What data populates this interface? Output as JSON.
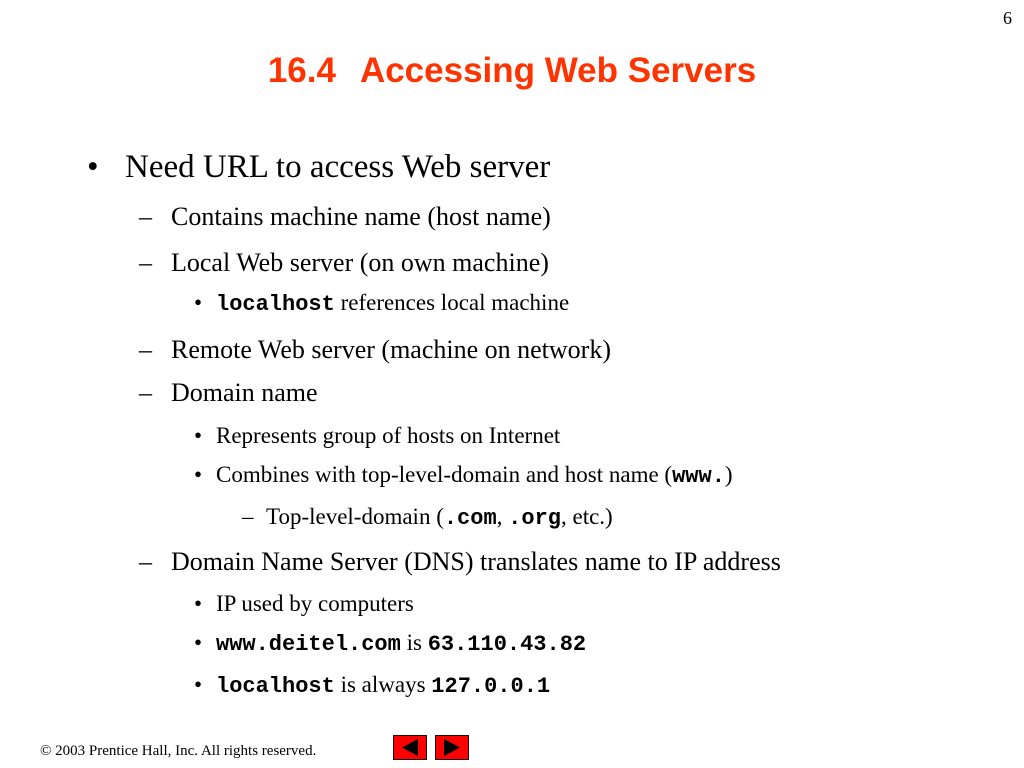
{
  "page_number": "6",
  "title": {
    "number": "16.4",
    "text": "Accessing Web Servers",
    "color": "#ff3300"
  },
  "bullets": {
    "b1": "Need URL to access Web server",
    "b1_1": "Contains machine name (host name)",
    "b1_2": "Local Web server (on own machine)",
    "b1_2_1_code": "localhost",
    "b1_2_1_text": " references local machine",
    "b1_3": "Remote Web server (machine on network)",
    "b1_4": "Domain name",
    "b1_4_1": "Represents group of hosts on Internet",
    "b1_4_2_text": "Combines with top-level-domain and host name (",
    "b1_4_2_code": "www.",
    "b1_4_2_close": ")",
    "b1_4_2_1_prefix": "Top-level-domain (",
    "b1_4_2_1_code1": ".com",
    "b1_4_2_1_sep": ", ",
    "b1_4_2_1_code2": ".org",
    "b1_4_2_1_suffix": ", etc.)",
    "b1_5": "Domain Name Server (DNS) translates name to IP address",
    "b1_5_1": "IP used by computers",
    "b1_5_2_code1": "www.deitel.com",
    "b1_5_2_text": " is ",
    "b1_5_2_code2": "63.110.43.82",
    "b1_5_3_code1": "localhost",
    "b1_5_3_text": " is always ",
    "b1_5_3_code2": "127.0.0.1"
  },
  "markers": {
    "level1": "•",
    "level2": "–",
    "level3": "•",
    "level4": "–"
  },
  "footer": {
    "copyright_symbol": "©",
    "text": " 2003 Prentice Hall, Inc.  All rights reserved."
  },
  "nav": {
    "prev_icon": "left-arrow-icon",
    "next_icon": "right-arrow-icon",
    "color": "#ff0000"
  }
}
